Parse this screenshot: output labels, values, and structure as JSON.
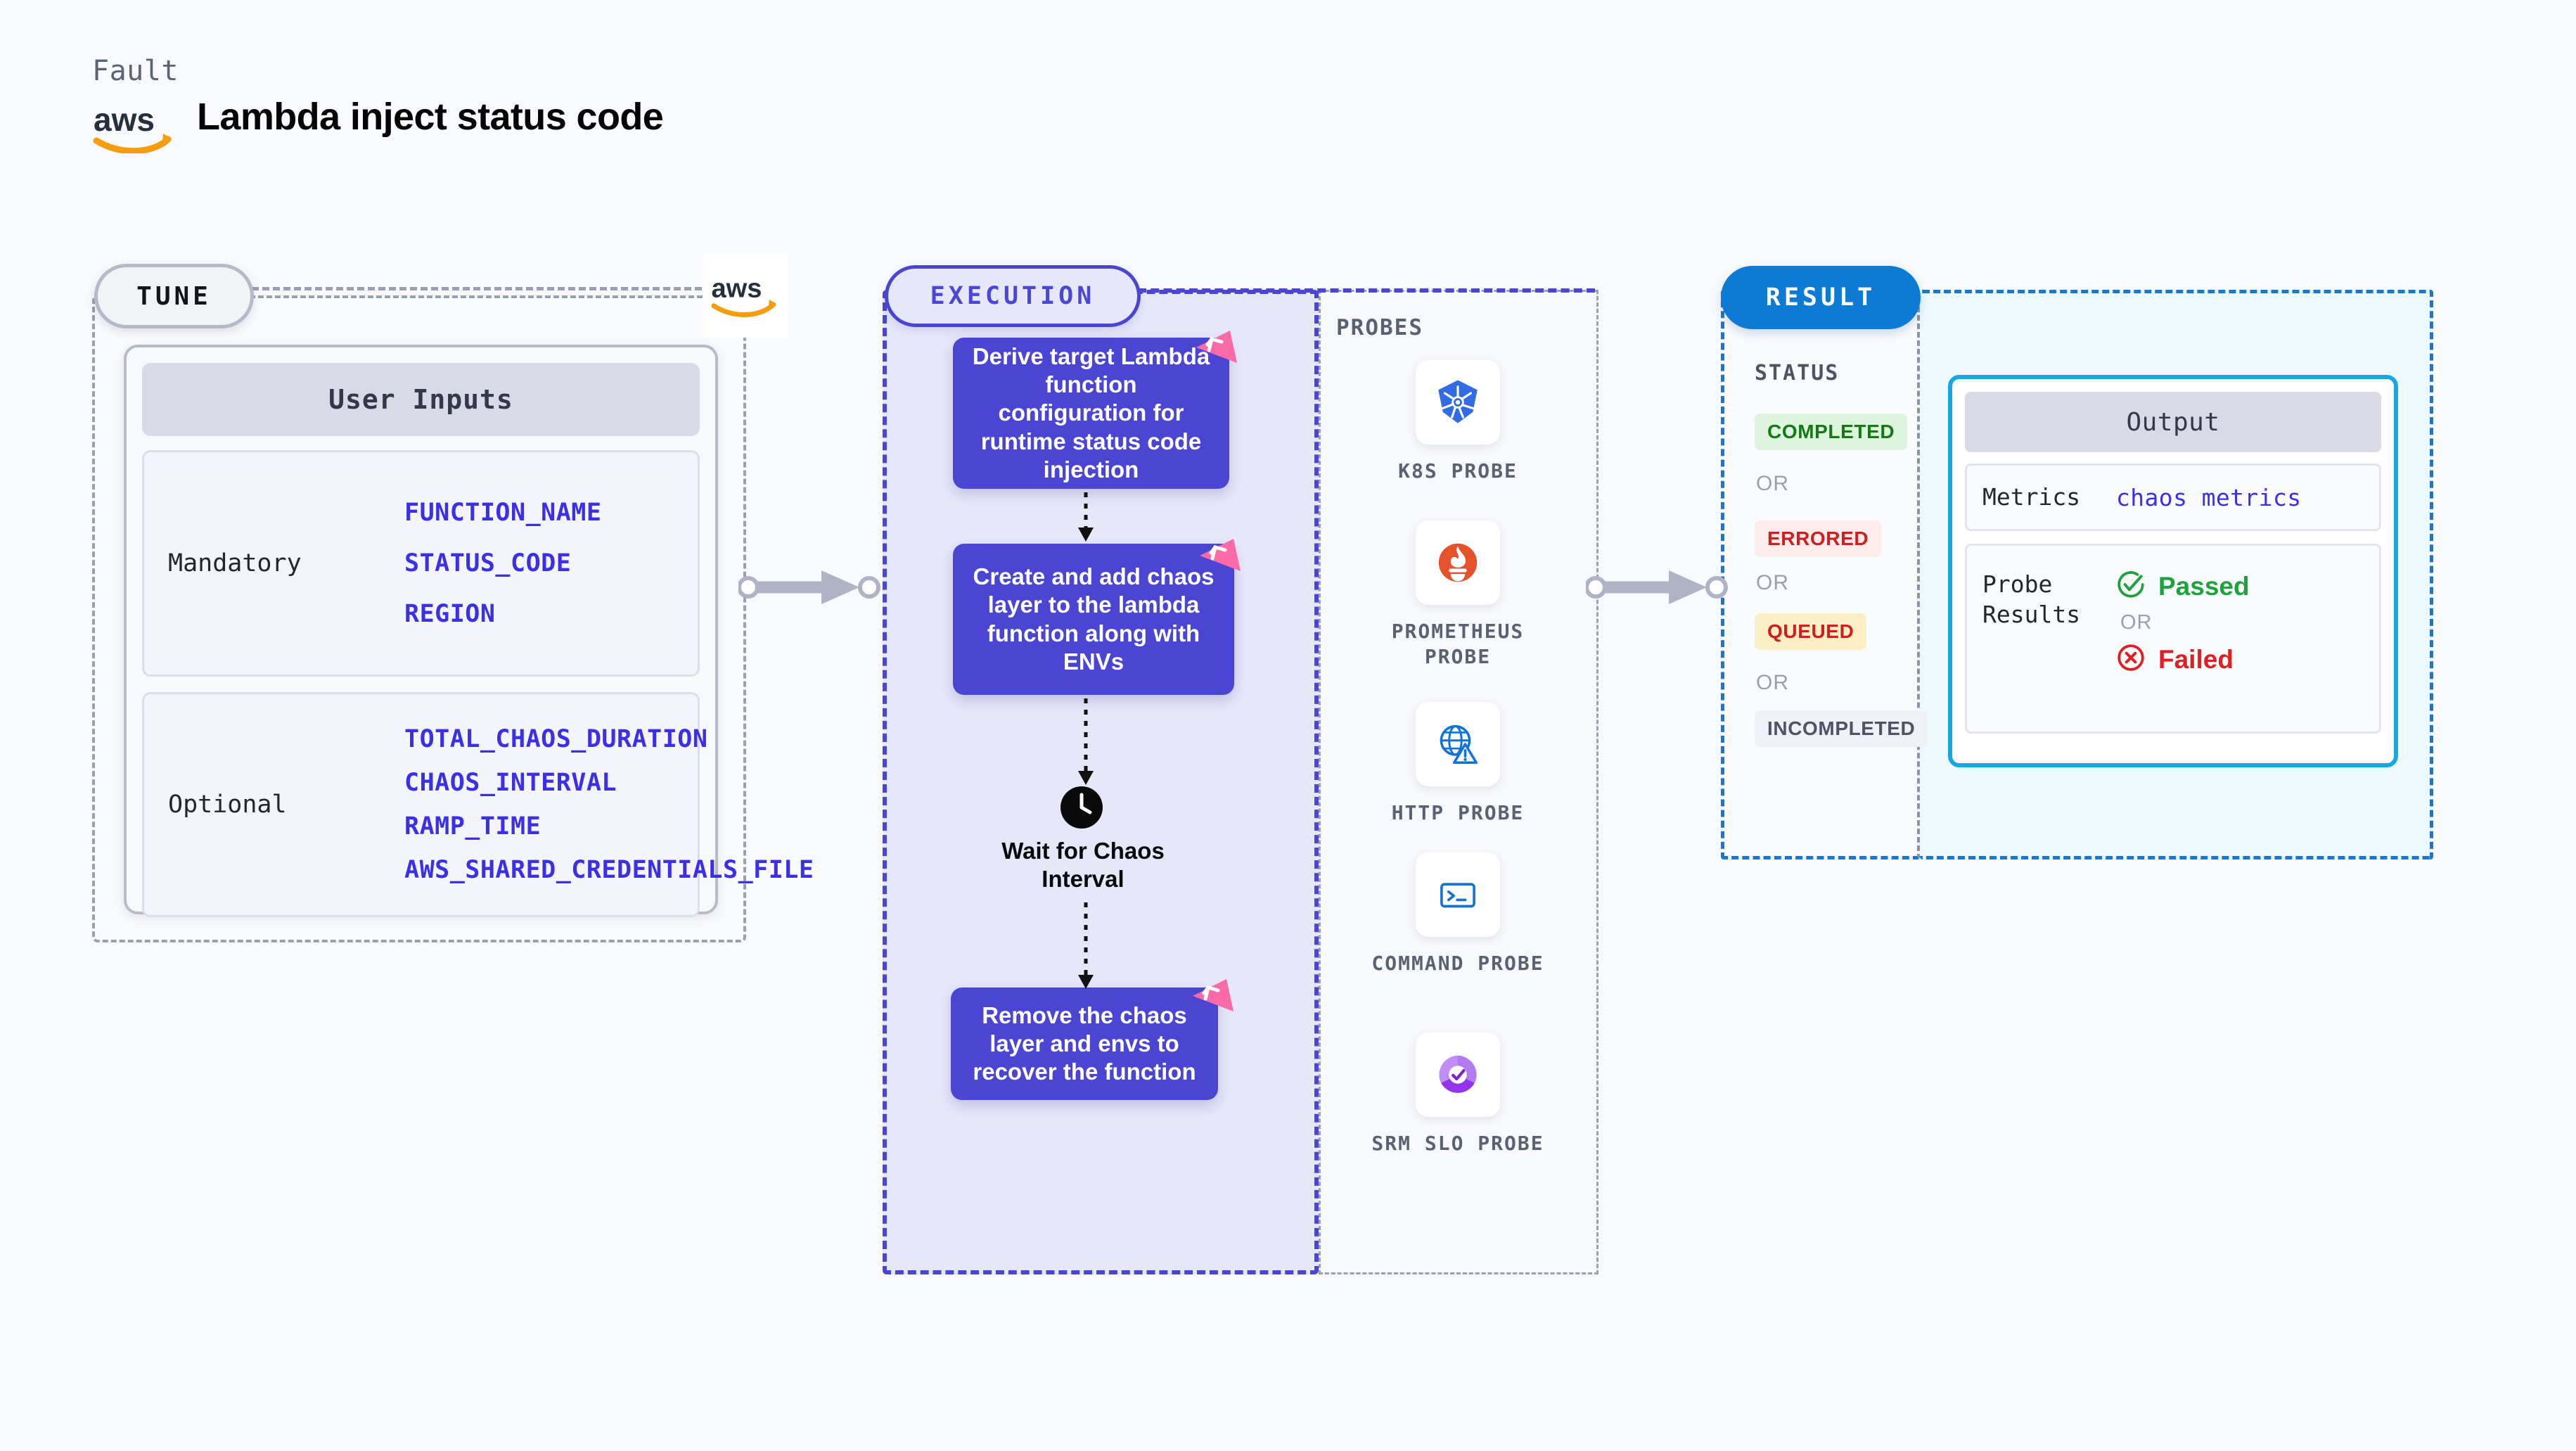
{
  "header": {
    "kicker": "Fault",
    "title": "Lambda inject status code",
    "logo_icon": "aws-logo"
  },
  "tune": {
    "badge": "TUNE",
    "card_title": "User Inputs",
    "groups": [
      {
        "label": "Mandatory",
        "vars": [
          "FUNCTION_NAME",
          "STATUS_CODE",
          "REGION"
        ]
      },
      {
        "label": "Optional",
        "vars": [
          "TOTAL_CHAOS_DURATION",
          "CHAOS_INTERVAL",
          "RAMP_TIME",
          "AWS_SHARED_CREDENTIALS_FILE"
        ]
      }
    ]
  },
  "execution": {
    "badge": "EXECUTION",
    "steps": [
      "Derive target Lambda function configuration for runtime status code injection",
      "Create and add chaos layer to the lambda function along with ENVs",
      "Remove the chaos layer and envs to recover the function"
    ],
    "wait_label": "Wait for Chaos Interval",
    "wait_icon": "clock-icon",
    "step_badge_icon": "litmus-swap-icon"
  },
  "probes": {
    "title": "PROBES",
    "items": [
      {
        "label": "K8S PROBE",
        "icon": "kubernetes-icon"
      },
      {
        "label": "PROMETHEUS PROBE",
        "icon": "prometheus-icon"
      },
      {
        "label": "HTTP PROBE",
        "icon": "globe-warning-icon"
      },
      {
        "label": "COMMAND PROBE",
        "icon": "terminal-icon"
      },
      {
        "label": "SRM SLO PROBE",
        "icon": "srm-slo-icon"
      }
    ]
  },
  "result": {
    "badge": "RESULT",
    "status_title": "STATUS",
    "or_label": "OR",
    "statuses": [
      {
        "label": "COMPLETED",
        "color": "#157a15",
        "bg": "#ddf5dd"
      },
      {
        "label": "ERRORED",
        "color": "#cc2020",
        "bg": "#fdeceb"
      },
      {
        "label": "QUEUED",
        "color": "#cc2020",
        "bg": "#fceec5"
      },
      {
        "label": "INCOMPLETED",
        "color": "#4e5464",
        "bg": "#f0f1f6"
      }
    ],
    "output": {
      "title": "Output",
      "metrics_label": "Metrics",
      "metrics_value": "chaos metrics",
      "probe_results_label": "Probe Results",
      "passed_label": "Passed",
      "failed_label": "Failed",
      "or_label": "OR",
      "passed_icon": "check-circle-icon",
      "failed_icon": "x-circle-icon"
    }
  },
  "colors": {
    "brand_purple": "#4b45d4",
    "result_blue": "#0d7ad4",
    "output_border": "#18a8e0",
    "var_blue": "#3b2fe8",
    "badge_pink": "#fa6aa6",
    "aws_orange": "#f59d0e"
  }
}
